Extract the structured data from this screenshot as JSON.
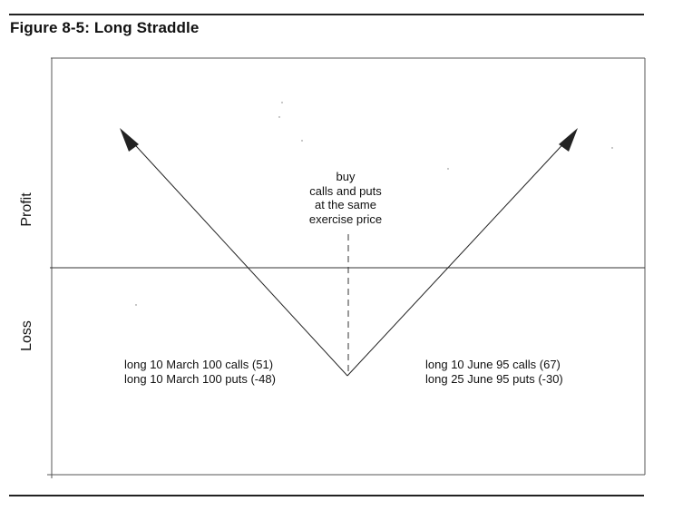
{
  "figure": {
    "title": "Figure 8-5: Long Straddle"
  },
  "axes": {
    "upper_label": "Profit",
    "lower_label": "Loss"
  },
  "center_note": {
    "lines": [
      "buy",
      "calls and puts",
      "at the same",
      "exercise price"
    ]
  },
  "positions": {
    "left": [
      "long 10 March 100 calls (51)",
      "long 10 March 100 puts (-48)"
    ],
    "right": [
      "long 10 June 95 calls (67)",
      "long 25 June 95 puts (-30)"
    ]
  },
  "colors": {
    "ink": "#222222",
    "rule": "#222222",
    "background": "#ffffff"
  }
}
